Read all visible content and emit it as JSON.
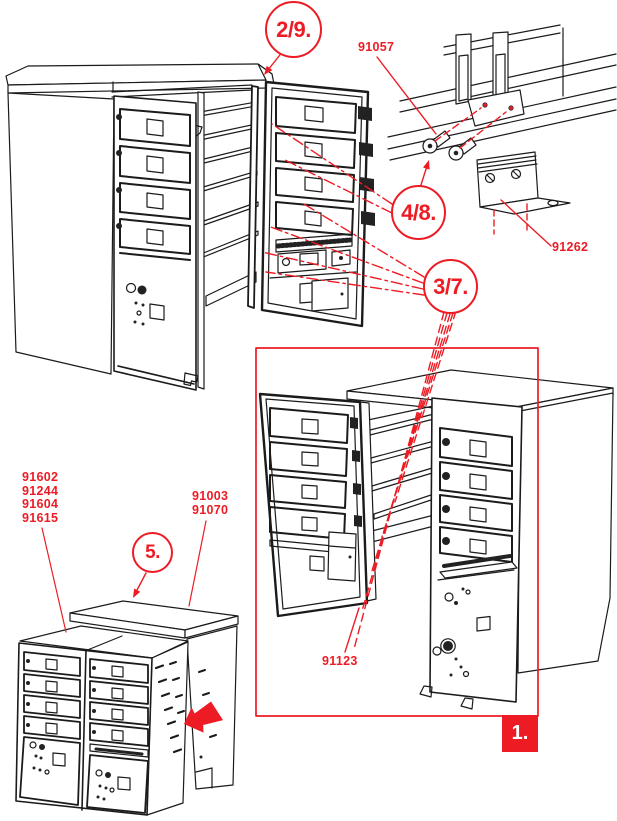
{
  "diagram": {
    "accent_color": "#ED1C24",
    "line_color": "#1b1b1b",
    "callouts": {
      "step_2_9": "2/9.",
      "step_4_8": "4/8.",
      "step_3_7": "3/7.",
      "step_5": "5.",
      "section_1": "1."
    },
    "parts": {
      "mounting_screws": "91057",
      "corner_bracket": "91262",
      "shelf_hardware": "91123",
      "unit_stack": [
        "91602",
        "91244",
        "91604",
        "91615"
      ],
      "cabinet_top": [
        "91003",
        "91070"
      ]
    }
  }
}
